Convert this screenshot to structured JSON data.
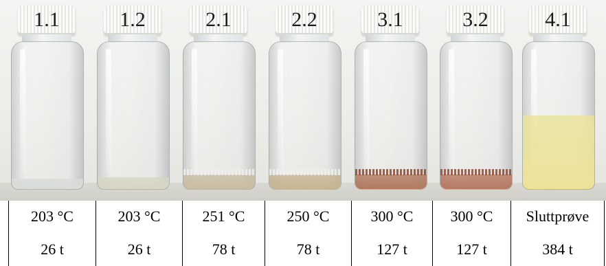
{
  "samples": [
    {
      "id": "1.1",
      "temperature": "203 °C",
      "time": "26 t",
      "liquid_color": "#d9dcd8",
      "liquid_level": 0.07,
      "residue_color": ""
    },
    {
      "id": "1.2",
      "temperature": "203 °C",
      "time": "26 t",
      "liquid_color": "#d7d6c3",
      "liquid_level": 0.08,
      "residue_color": ""
    },
    {
      "id": "2.1",
      "temperature": "251 °C",
      "time": "78 t",
      "liquid_color": "#c9bda3",
      "liquid_level": 0.1,
      "residue_color": "#efeeea"
    },
    {
      "id": "2.2",
      "temperature": "250 °C",
      "time": "78 t",
      "liquid_color": "#c7b592",
      "liquid_level": 0.1,
      "residue_color": "#efefec"
    },
    {
      "id": "3.1",
      "temperature": "300 °C",
      "time": "127 t",
      "liquid_color": "#b27a5f",
      "liquid_level": 0.1,
      "residue_color": "#8a4a33"
    },
    {
      "id": "3.2",
      "temperature": "300 °C",
      "time": "127 t",
      "liquid_color": "#b67a64",
      "liquid_level": 0.1,
      "residue_color": "#8e4b36"
    },
    {
      "id": "4.1",
      "temperature": "Sluttprøve",
      "time": "384 t",
      "liquid_color": "#ece39a",
      "liquid_level": 0.5,
      "residue_color": ""
    }
  ]
}
